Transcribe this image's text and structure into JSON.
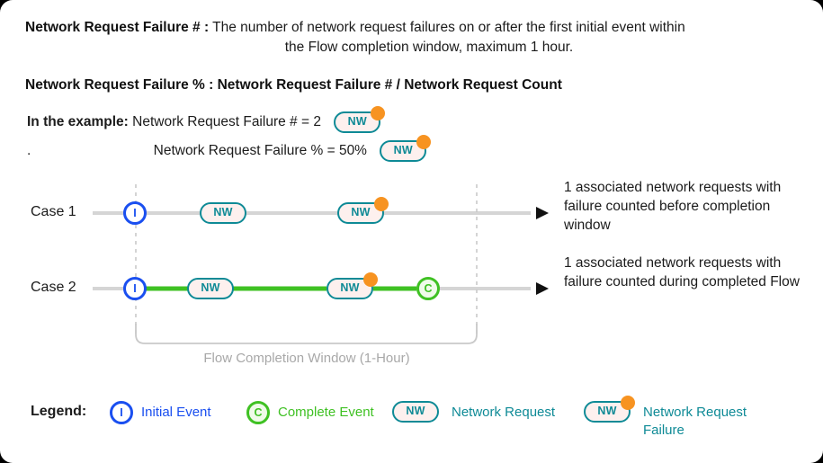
{
  "definitions": [
    {
      "term": "Network Request Failure # :",
      "description_line1": "The number of network request failures on or after the first initial event within",
      "description_line2": "the Flow completion window, maximum 1 hour."
    },
    {
      "term": "Network Request Failure % :",
      "description_line1": "Network Request Failure # / Network Request Count"
    }
  ],
  "example": {
    "lead_label": "In the example:",
    "line1_text": "Network Request Failure # = 2",
    "line2_prefix": ".",
    "line2_text": "Network Request Failure % = 50%",
    "badge_label": "NW"
  },
  "diagram": {
    "window_label": "Flow Completion Window (1-Hour)",
    "cases": [
      {
        "label": "Case 1",
        "annotation": "1 associated network requests with failure counted before completion window",
        "nodes": [
          {
            "type": "initial-event",
            "label": "I"
          },
          {
            "type": "network-request",
            "label": "NW",
            "failure": false
          },
          {
            "type": "network-request",
            "label": "NW",
            "failure": true
          }
        ],
        "line_color": "#d5d5d5"
      },
      {
        "label": "Case 2",
        "annotation": "1 associated network requests with failure counted during completed Flow",
        "nodes": [
          {
            "type": "initial-event",
            "label": "I"
          },
          {
            "type": "network-request",
            "label": "NW",
            "failure": false
          },
          {
            "type": "network-request",
            "label": "NW",
            "failure": true
          },
          {
            "type": "complete-event",
            "label": "C"
          }
        ],
        "line_color": "#3fc123"
      }
    ]
  },
  "legend": {
    "title": "Legend:",
    "items": [
      {
        "icon": "initial-event-icon",
        "glyph": "I",
        "label": "Initial Event",
        "color": "#1a4ff0"
      },
      {
        "icon": "complete-event-icon",
        "glyph": "C",
        "label": "Complete Event",
        "color": "#3fc123"
      },
      {
        "icon": "network-request-icon",
        "glyph": "NW",
        "label": "Network Request",
        "color": "#0e8a96"
      },
      {
        "icon": "network-request-failure-icon",
        "glyph": "NW",
        "label": "Network Request Failure",
        "color": "#0e8a96"
      }
    ]
  },
  "colors": {
    "initial_event": "#1a4ff0",
    "complete_event": "#3fc123",
    "network_request": "#0e8a96",
    "failure_dot": "#f79321",
    "timeline_gray": "#d5d5d5",
    "window_label": "#a8a8a8"
  }
}
